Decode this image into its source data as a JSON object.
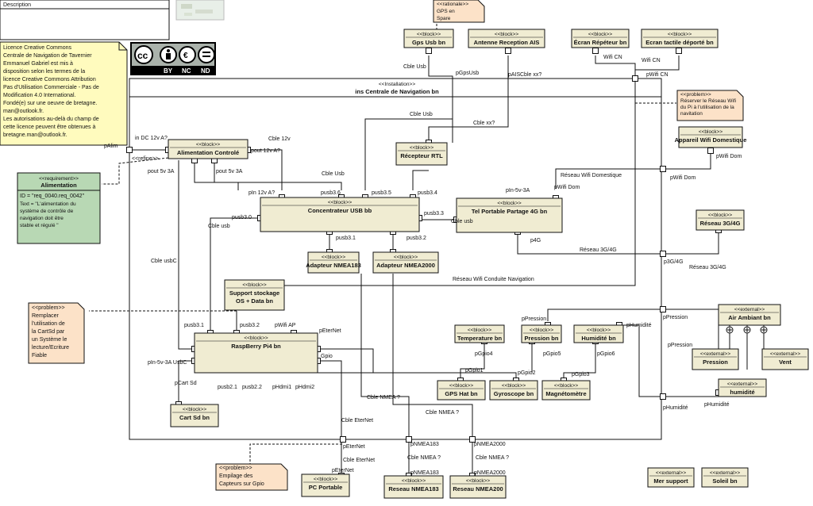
{
  "description_tab": "Description",
  "license_note": [
    "Licence Creative Commons",
    "Centrale de Navigation de Tavernier",
    "Emmanuel Gabriel est mis à",
    "disposition selon les termes de la",
    "licence Creative Commons Attribution",
    "Pas d'Utilisation Commerciale - Pas de",
    "Modification 4.0 International.",
    "Fondé(e) sur une oeuvre de bretagne.",
    "man@outlook.fr.",
    "Les autorisations au-delà du champ de",
    "cette licence peuvent être obtenues à",
    "bretagne.man@outlook.fr."
  ],
  "cc_badge": {
    "by": "BY",
    "nc": "NC",
    "nd": "ND"
  },
  "installation": {
    "stereo": "<<Installation>>",
    "name": "ins Centrale de Navigation bn"
  },
  "requirement": {
    "stereo": "<<requirement>>",
    "name": "Alimentation",
    "id": "ID = \"req_0040.req_0042\"",
    "text": [
      "Text = \"L'alimentation du",
      "système de contrôle de",
      "navigation doit être",
      "stable et régulé \""
    ]
  },
  "problems": {
    "cartsd": [
      "<<problem>>",
      "Remplacer",
      "l'utilisation de",
      "la CartSd par",
      "un Système le",
      "lecture/Ecriture",
      "Fiable"
    ],
    "gpio": [
      "<<problem>>",
      "Empilage des",
      "Capteurs sur Gpio"
    ],
    "wifi": [
      "<<problem>>",
      "Réserver le Réseau Wifi",
      "du Pi à l'utilisation de la",
      "navitation"
    ]
  },
  "rationale": [
    "<<rationale>>",
    "GPS en",
    "Spare"
  ],
  "blocks": {
    "gps_usb": {
      "st": "<<block>>",
      "nm": "Gps Usb bn"
    },
    "ais": {
      "st": "<<block>>",
      "nm": "Antenne Reception AIS"
    },
    "ecran_rep": {
      "st": "<<block>>",
      "nm": "Écran Répéteur bn"
    },
    "ecran_tact": {
      "st": "<<block>>",
      "nm": "Ecran tactile déporté bn"
    },
    "alim": {
      "st": "<<block>>",
      "nm": "Alimentation Controlé"
    },
    "rtl": {
      "st": "<<block>>",
      "nm": "Récepteur RTL"
    },
    "usb_hub": {
      "st": "<<block>>",
      "nm": "Concentrateur USB bb"
    },
    "tel": {
      "st": "<<block>>",
      "nm": "Tel Portable Partage 4G bn"
    },
    "wifi_dom": {
      "st": "<<block>>",
      "nm": "Appareil Wifi Domestique"
    },
    "reseau_3g": {
      "st": "<<block>>",
      "nm": "Réseau 3G/4G"
    },
    "nmea183": {
      "st": "<<block>>",
      "nm": "Adapteur NMEA183"
    },
    "nmea2000": {
      "st": "<<block>>",
      "nm": "Adapteur NMEA2000"
    },
    "stockage": {
      "st": "<<block>>",
      "nm": "Support stockage",
      "nm2": "OS + Data bn"
    },
    "rpi": {
      "st": "<<block>>",
      "nm": "RaspBerry Pi4 bn"
    },
    "cartsd": {
      "st": "<<block>>",
      "nm": "Cart Sd bn"
    },
    "temp": {
      "st": "<<block>>",
      "nm": "Temperature bn"
    },
    "pression": {
      "st": "<<block>>",
      "nm": "Pression bn"
    },
    "humidite": {
      "st": "<<block>>",
      "nm": "Humidité bn"
    },
    "gpshat": {
      "st": "<<block>>",
      "nm": "GPS Hat bn"
    },
    "gyro": {
      "st": "<<block>>",
      "nm": "Gyroscope bn"
    },
    "magneto": {
      "st": "<<block>>",
      "nm": "Magnétomètre"
    },
    "pc": {
      "st": "<<block>>",
      "nm": "PC Portable"
    },
    "res183": {
      "st": "<<block>>",
      "nm": "Reseau NMEA183"
    },
    "res200": {
      "st": "<<block>>",
      "nm": "Reseau NMEA200"
    }
  },
  "externals": {
    "air": {
      "st": "<<external>>",
      "nm": "Air Ambiant bn"
    },
    "pression": {
      "st": "<<external>>",
      "nm": "Pression"
    },
    "vent": {
      "st": "<<external>>",
      "nm": "Vent"
    },
    "humidite": {
      "st": "<<external>>",
      "nm": "humidité"
    },
    "mer": {
      "st": "<<external>>",
      "nm": "Mer support"
    },
    "soleil": {
      "st": "<<external>>",
      "nm": "Soleil bn"
    }
  },
  "labels": {
    "cble_usb_top": "Cble Usb",
    "pgpsusb": "pGpsUsb",
    "pais": "pAIS",
    "cble_xx_top": "Cble xx?",
    "wifi_cn1": "Wifi CN",
    "wifi_cn2": "Wifi CN",
    "pwifi_cn": "pWifi CN",
    "cble_usb_mid": "Cble Usb",
    "cble_xx_mid": "Cble xx?",
    "cble12v": "Cble 12v",
    "palim": "pAlim",
    "in_dc": "in DC 12v A?",
    "refine": "<<refine>>",
    "pout12v": "pout 12v A?",
    "pout5v_a": "pout 5v 3A",
    "pout5v_b": "pout 5v 3A",
    "cble_usb_c": "Cble Usb",
    "reseau_wifi_dom": "Réseau Wifi Domestique",
    "pwifi_dom1": "pWifi Dom",
    "pwifi_dom2": "pWifi Dom",
    "pwifi_dom3": "pWifi Dom",
    "pin12v": "pIn 12v A?",
    "pusb36": "pusb3.6",
    "pusb35": "pusb3.5",
    "pusb34": "pusb3.4",
    "pin5v3a": "pIn-5v-3A",
    "pusb30": "pusb3.0",
    "pusb33": "pusb3.3",
    "cble_usb_d": "Cble usb",
    "cble_usb_e": "Cble usb",
    "pusb31": "pusb3.1",
    "pusb32": "pusb3.2",
    "p4g": "p4G",
    "reseau3g_a": "Réseau 3G/4G",
    "p3g4g": "p3G/4G",
    "reseau3g_b": "Réseau 3G/4G",
    "cble_usbc": "Cble usbC",
    "reseau_wifi_nav": "Réseau Wifi Conduite Navigation",
    "rpi_pusb31": "pusb3.1",
    "rpi_pusb32": "pusb3.2",
    "pwifi_ap": "pWifi AP",
    "peternet_a": "pEterNet",
    "pin5v_usbc": "pIn-5v-3A UsbC",
    "gpio": "Gpio",
    "pcartsd": "pCart Sd",
    "pusb21": "pusb2.1",
    "pusb22": "pusb2.2",
    "phdmi1": "pHdmi1",
    "phdmi2": "pHdmi2",
    "ppression1": "pPression",
    "ppression2": "pPression",
    "ppression3": "pPression",
    "phumidite1": "pHumidité",
    "phumidite2": "pHumidité",
    "phumidite3": "pHumidité",
    "pgpio4": "pGpio4",
    "pgpio5": "pGpio5",
    "pgpio6": "pGpio6",
    "pgpio1": "pGpio1",
    "pgpio2": "pGpio2",
    "pgpio3": "pGpio3",
    "cble_nmea_a": "Cble NMEA ?",
    "cble_nmea_b": "Cble NMEA ?",
    "cble_eternet_a": "Cble EterNet",
    "peternet_b": "pEterNet",
    "cble_eternet_b": "Cble EterNet",
    "peternet_c": "pEterNet",
    "pnmea183_a": "pNMEA183",
    "pnmea2000_a": "pNMEA2000",
    "cble_nmea_c": "Cble NMEA ?",
    "cble_nmea_d": "Cble NMEA ?",
    "pnmea183_b": "pNMEA183",
    "pnmea2000_b": "pNMEA2000"
  }
}
